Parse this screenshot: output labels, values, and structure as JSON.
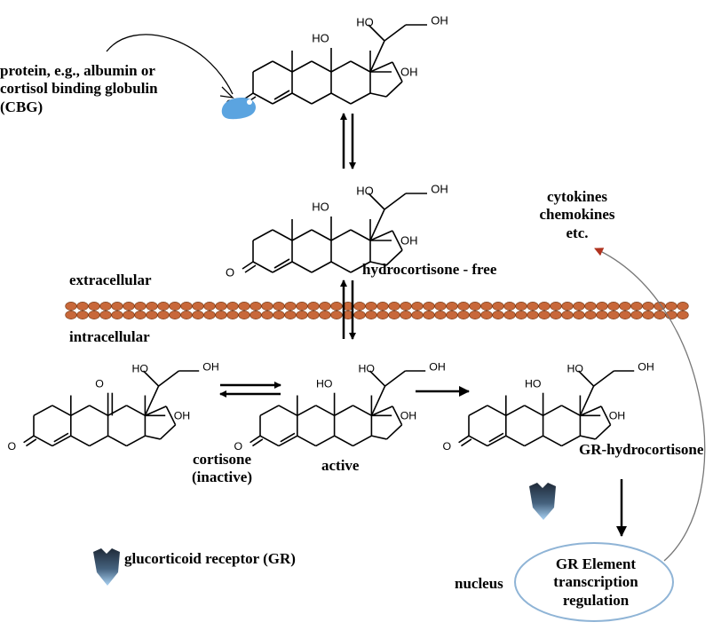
{
  "labels": {
    "protein": [
      "protein, e.g., albumin or",
      "cortisol binding globulin",
      "(CBG)"
    ],
    "cytokines": [
      "cytokines",
      "chemokines",
      "etc."
    ],
    "hydrocortisone_free": "hydrocortisone - free",
    "extracellular": "extracellular",
    "intracellular": "intracellular",
    "cortisone": [
      "cortisone",
      "(inactive)"
    ],
    "active": "active",
    "gr_hydrocortisone": "GR-hydrocortisone",
    "legend_gr": "glucorticoid receptor (GR)",
    "nucleus": "nucleus",
    "gr_element": [
      "GR Element",
      "transcription",
      "regulation"
    ]
  },
  "atoms": {
    "HO": "HO",
    "OH": "OH",
    "O": "O"
  },
  "colors": {
    "membrane": "#c8683a",
    "membrane_edge": "#7a3a16",
    "protein": "#5ba4e0",
    "receptor_top": "#1f2a38",
    "receptor_bottom": "#8fc2ee",
    "nucleus_outline": "#8fb4d6",
    "feedback_arrow": "#777777",
    "feedback_head": "#b0331f"
  }
}
